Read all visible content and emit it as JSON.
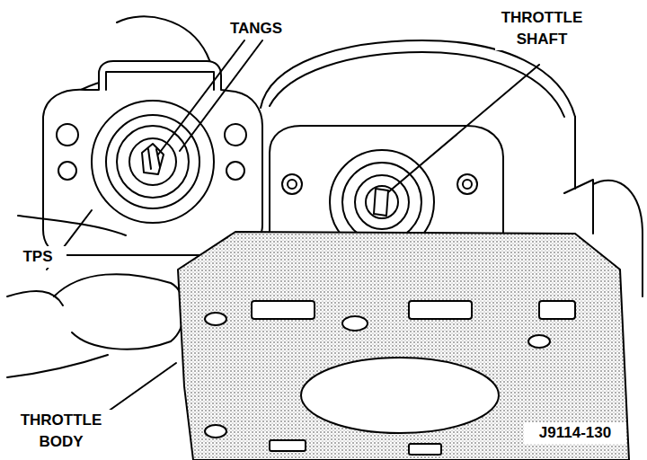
{
  "diagram": {
    "labels": [
      "TANGS",
      "THROTTLE SHAFT",
      "TPS",
      "THROTTLE BODY",
      "J9114-130"
    ]
  }
}
